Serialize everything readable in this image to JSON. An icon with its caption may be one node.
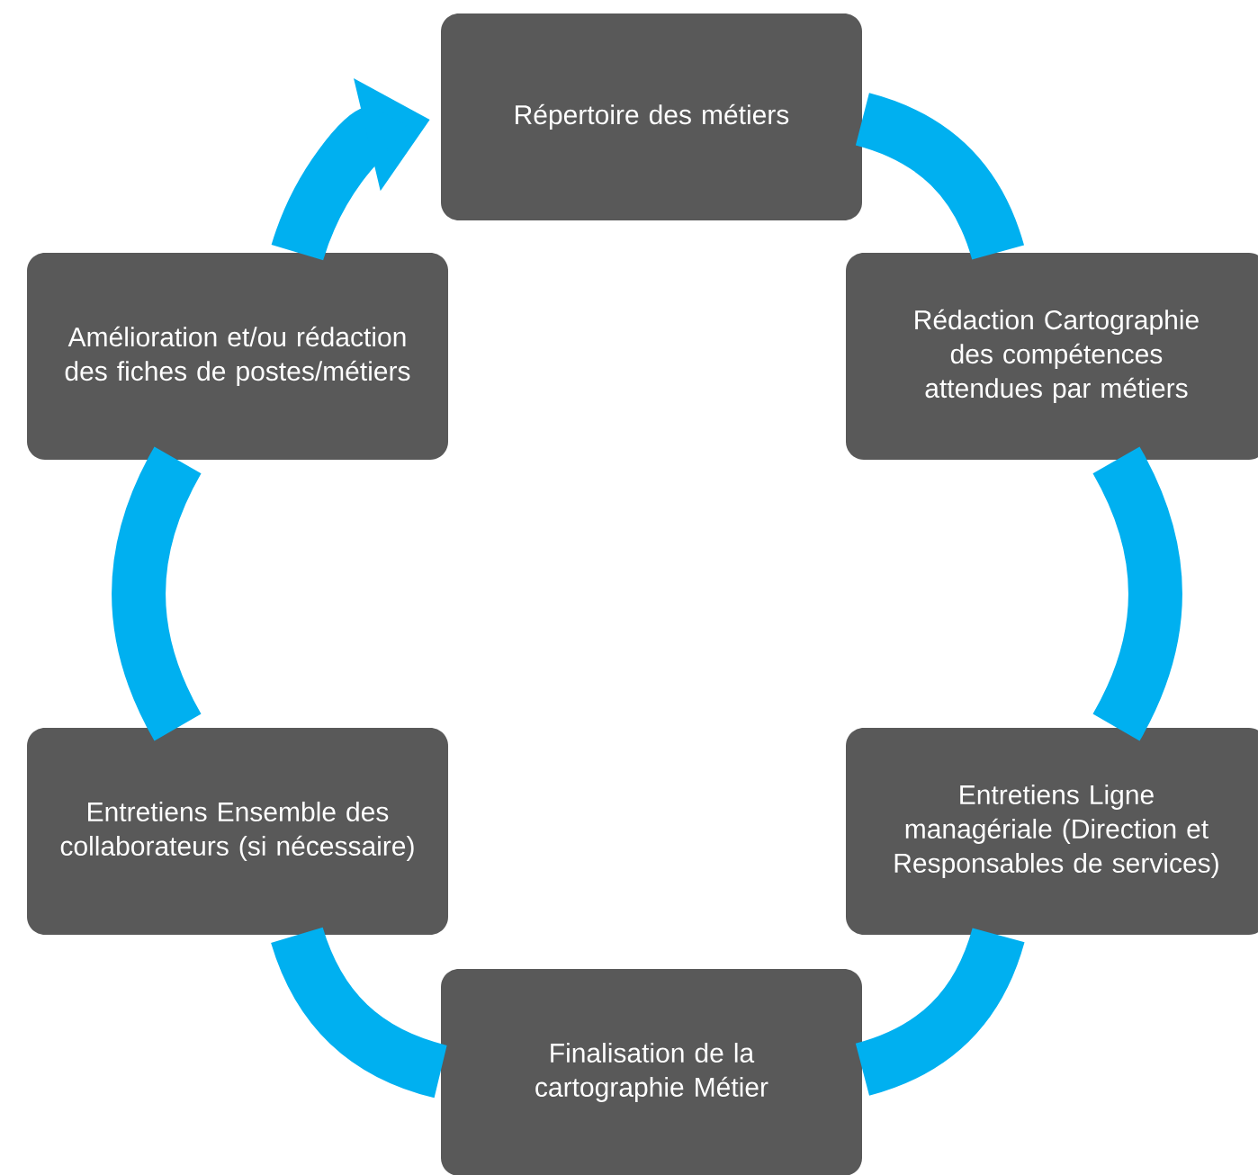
{
  "diagram": {
    "nodes": [
      {
        "text": [
          "Répertoire des métiers"
        ]
      },
      {
        "text": [
          "Rédaction Cartographie des compétences attendues par métiers"
        ]
      },
      {
        "text": [
          "Entretiens Ligne managériale (Direction et Responsables  de services)"
        ]
      },
      {
        "text": [
          "Finalisation de la cartographie Métier"
        ]
      },
      {
        "text": [
          "Entretiens Ensemble des collaborateurs (si nécessaire)"
        ]
      },
      {
        "text": [
          "Amélioration et/ou rédaction des fiches de postes/métiers"
        ]
      }
    ],
    "edges": [
      {
        "from": 0,
        "to": 1,
        "arrow": "none"
      },
      {
        "from": 1,
        "to": 2,
        "arrow": "none"
      },
      {
        "from": 2,
        "to": 3,
        "arrow": "none"
      },
      {
        "from": 3,
        "to": 4,
        "arrow": "none"
      },
      {
        "from": 4,
        "to": 5,
        "arrow": "none"
      },
      {
        "from": 5,
        "to": 0,
        "arrow": "to"
      }
    ]
  }
}
